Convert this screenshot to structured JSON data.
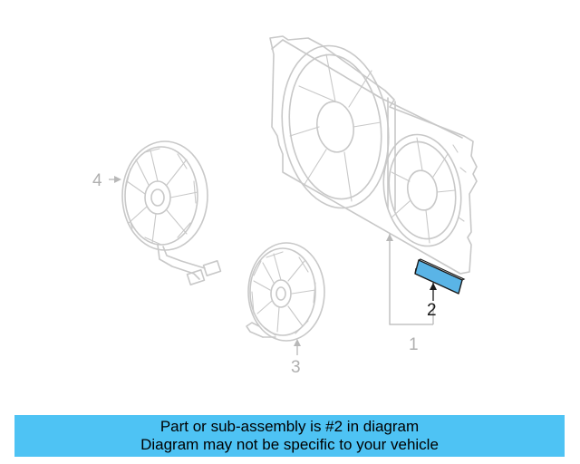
{
  "callouts": {
    "part1": "1",
    "part2": "2",
    "part3": "3",
    "part4": "4"
  },
  "banner": {
    "line1": "Part or sub-assembly is #2 in diagram",
    "line2": "Diagram may not be specific to your vehicle"
  },
  "colors": {
    "highlight": "#5ab4e6",
    "banner": "#4ec3f4",
    "parts": "#c8c8c8"
  }
}
